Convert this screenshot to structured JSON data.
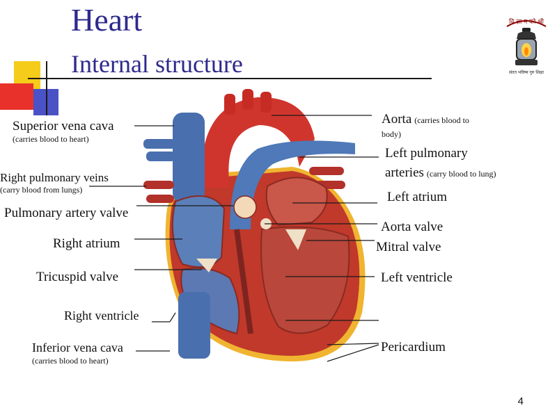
{
  "slide": {
    "title": "Heart",
    "subtitle": "Internal structure",
    "page_number": "4",
    "logo_text_top": "वि ज्ञा न को श्री",
    "logo_text_bottom": "संतत भविष्य गुरु शिक्षा"
  },
  "labels": {
    "superior_vena_cava": "Superior vena cava",
    "superior_vena_cava_note": "(carries blood to heart)",
    "right_pulmonary_veins": "Right pulmonary veins",
    "right_pulmonary_veins_note": "(carry blood from lungs)",
    "pulmonary_artery_valve": "Pulmonary artery valve",
    "right_atrium": "Right atrium",
    "tricuspid_valve": "Tricuspid valve",
    "right_ventricle": "Right ventricle",
    "inferior_vena_cava": "Inferior vena cava",
    "inferior_vena_cava_note": "(carries blood to heart)",
    "aorta": "Aorta",
    "aorta_note_1": "(carries blood to",
    "aorta_note_2": "body)",
    "left_pulmonary_arteries_1": "Left pulmonary",
    "left_pulmonary_arteries_2": "arteries",
    "left_pulmonary_arteries_note": "(carry blood to lung)",
    "left_atrium": "Left atrium",
    "aorta_valve": "Aorta valve",
    "mitral_valve": "Mitral valve",
    "left_ventricle": "Left ventricle",
    "pericardium": "Pericardium"
  },
  "colors": {
    "title": "#2e2a8c",
    "vein_blue": "#4a6fae",
    "artery_red": "#c62b24",
    "muscle_red": "#b23a2f",
    "fat_yellow": "#f0b430"
  }
}
